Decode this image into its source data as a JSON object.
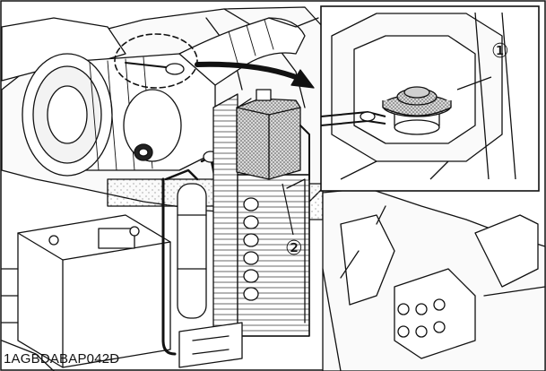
{
  "figure": {
    "code": "1AGBDABAP042D",
    "callouts": [
      {
        "label": "①",
        "part": "radiator-cap"
      },
      {
        "label": "②",
        "part": "recovery-tank"
      }
    ]
  }
}
